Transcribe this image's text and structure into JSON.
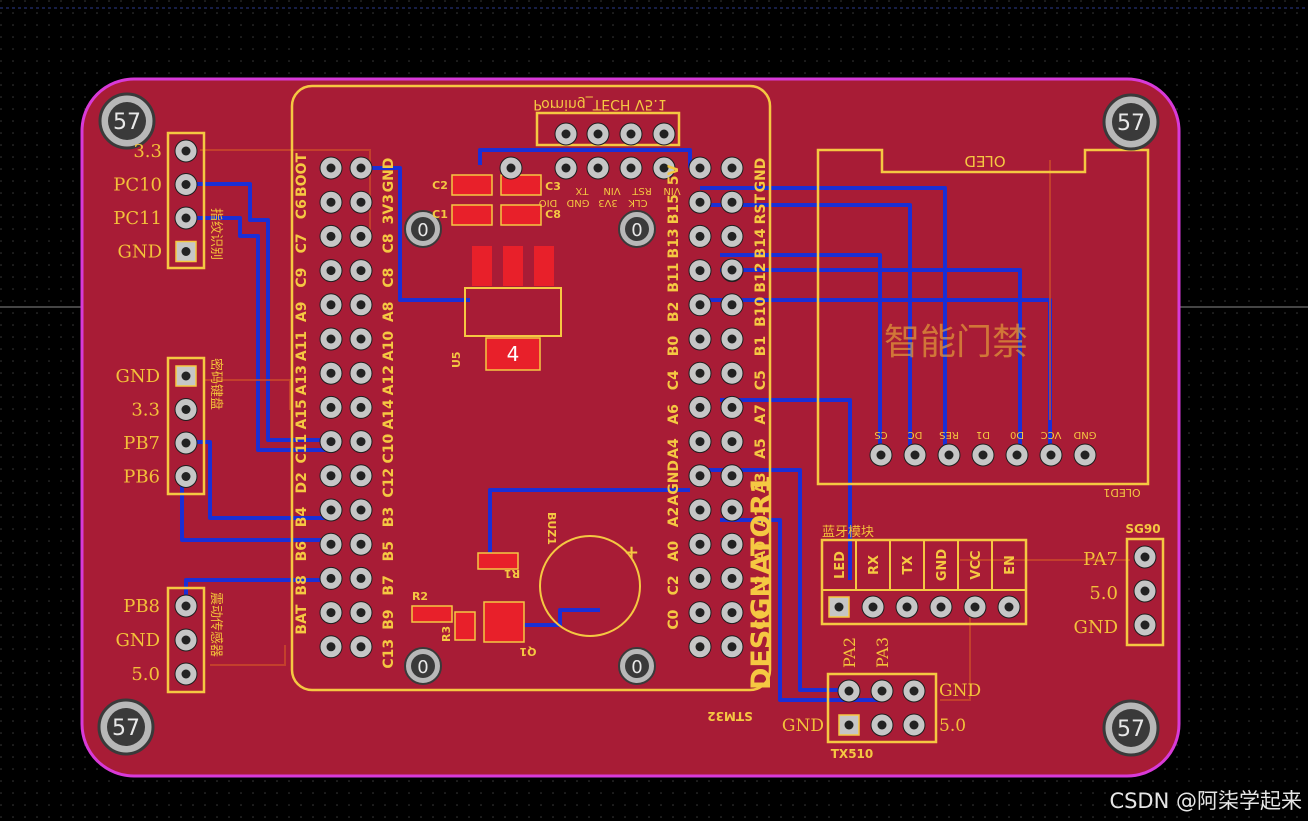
{
  "mount_label": "57",
  "module_title": "智能门禁",
  "oled": {
    "name": "OLED",
    "designator": "OLED1",
    "pins": [
      "CS",
      "DC",
      "RES",
      "D1",
      "D0",
      "VCC",
      "GND"
    ]
  },
  "stm32": {
    "designator": "STM32",
    "designer_text": "DESIGNATOR1",
    "left_pins": [
      "GND",
      "3V3",
      "C8",
      "C8",
      "A8",
      "A10",
      "A12",
      "A14",
      "C10",
      "C12",
      "B3",
      "B5",
      "B7",
      "B9",
      "C13"
    ],
    "col2_pins": [
      "BOOT",
      "C6",
      "C7",
      "C9",
      "A9",
      "A11",
      "A13",
      "A15",
      "C11",
      "D2",
      "B4",
      "B6",
      "B8",
      "BAT"
    ],
    "right_pins": [
      "GND",
      "RST",
      "B14",
      "B12",
      "B10",
      "B1",
      "C5",
      "A7",
      "A5",
      "A3",
      "A1",
      "A0",
      "C2",
      "C0"
    ],
    "col3_pins": [
      "5V",
      "B15",
      "B13",
      "B11",
      "B2",
      "B0",
      "C4",
      "A6",
      "A4",
      "AGND",
      "A2",
      "A0",
      "C2",
      "C0"
    ],
    "top_header": {
      "mirrored_text": "Porning_TECH V5.1",
      "row1": [
        "DIO",
        "GND",
        "3V3",
        "CLK"
      ],
      "row2": [
        "TX",
        "VIN",
        "RST",
        "VIN"
      ]
    }
  },
  "components": {
    "u5": "U5",
    "u5_tab": "4",
    "c2": "C2",
    "c1": "C1",
    "c3": "C3",
    "c8": "C8",
    "r1": "R1",
    "r2": "R2",
    "r3": "R3",
    "q1": "Q1",
    "bz": "BUZ1",
    "mount": "0"
  },
  "headers": {
    "fingerprint": {
      "label": "指纹识别",
      "pins": [
        "3.3",
        "PC10",
        "PC11",
        "GND"
      ]
    },
    "keypad": {
      "label": "密码键盘",
      "pins": [
        "GND",
        "3.3",
        "PB7",
        "PB6"
      ]
    },
    "vibration": {
      "label": "震动传感器",
      "pins": [
        "PB8",
        "GND",
        "5.0"
      ]
    },
    "bluetooth": {
      "label": "蓝牙模块",
      "pins": [
        "LED",
        "RX",
        "TX",
        "GND",
        "VCC",
        "EN"
      ]
    },
    "sg90": {
      "label": "SG90",
      "pins": [
        "PA7",
        "5.0",
        "GND"
      ]
    },
    "tx510": {
      "label": "TX510",
      "top": [
        "PA2",
        "PA3"
      ],
      "gnd_right": "GND",
      "gnd_left": "GND",
      "v5": "5.0"
    }
  },
  "watermark": "CSDN @阿柒学起来",
  "colors": {
    "board": "#a81c36",
    "silk": "#f5c842",
    "trace": "#1a2fd6",
    "outline": "#d83ad8"
  }
}
